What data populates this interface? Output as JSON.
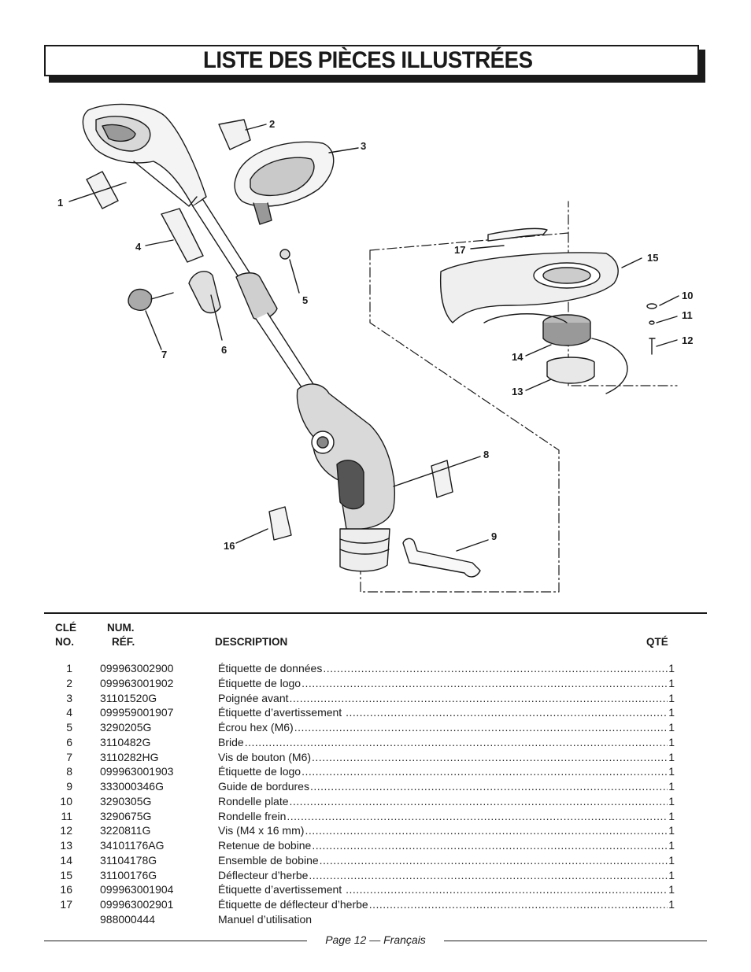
{
  "title": "LISTE DES PIÈCES ILLUSTRÉES",
  "callouts": [
    "1",
    "2",
    "3",
    "4",
    "5",
    "6",
    "7",
    "8",
    "9",
    "10",
    "11",
    "12",
    "13",
    "14",
    "15",
    "16",
    "17"
  ],
  "table": {
    "headers": {
      "key_line1": "CLÉ",
      "key_line2": "NO.",
      "ref_line1": "NUM.",
      "ref_line2": "RÉF.",
      "description": "DESCRIPTION",
      "qty": "QTÉ"
    },
    "rows": [
      {
        "key": "1",
        "ref": "099963002900",
        "desc": "Étiquette de données",
        "qty": "1"
      },
      {
        "key": "2",
        "ref": "099963001902",
        "desc": "Étiquette de logo",
        "qty": "1"
      },
      {
        "key": "3",
        "ref": "31101520G",
        "desc": "Poignée avant",
        "qty": "1"
      },
      {
        "key": "4",
        "ref": "099959001907",
        "desc": "Étiquette d’avertissement ",
        "qty": "1"
      },
      {
        "key": "5",
        "ref": "3290205G",
        "desc": "Écrou hex (M6)",
        "qty": "1"
      },
      {
        "key": "6",
        "ref": "3110482G",
        "desc": "Bride",
        "qty": "1"
      },
      {
        "key": "7",
        "ref": "3110282HG",
        "desc": "Vis de bouton (M6)",
        "qty": "1"
      },
      {
        "key": "8",
        "ref": "099963001903",
        "desc": "Étiquette de logo",
        "qty": "1"
      },
      {
        "key": "9",
        "ref": "333000346G",
        "desc": "Guide de bordures",
        "qty": "1"
      },
      {
        "key": "10",
        "ref": "3290305G",
        "desc": "Rondelle plate",
        "qty": "1"
      },
      {
        "key": "11",
        "ref": "3290675G",
        "desc": "Rondelle frein",
        "qty": "1"
      },
      {
        "key": "12",
        "ref": "3220811G",
        "desc": "Vis (M4 x 16 mm)",
        "qty": "1"
      },
      {
        "key": "13",
        "ref": "34101176AG",
        "desc": "Retenue de bobine",
        "qty": "1"
      },
      {
        "key": "14",
        "ref": "31104178G",
        "desc": "Ensemble de bobine",
        "qty": "1"
      },
      {
        "key": "15",
        "ref": "31100176G",
        "desc": "Déflecteur d’herbe",
        "qty": "1"
      },
      {
        "key": "16",
        "ref": "099963001904",
        "desc": "Étiquette d’avertissement ",
        "qty": "1"
      },
      {
        "key": "17",
        "ref": "099963002901",
        "desc": "Étiquette de déflecteur d’herbe",
        "qty": "1"
      },
      {
        "key": "",
        "ref": "988000444",
        "desc": "Manuel d’utilisation",
        "qty": ""
      }
    ]
  },
  "footer": "Page 12 — Français"
}
